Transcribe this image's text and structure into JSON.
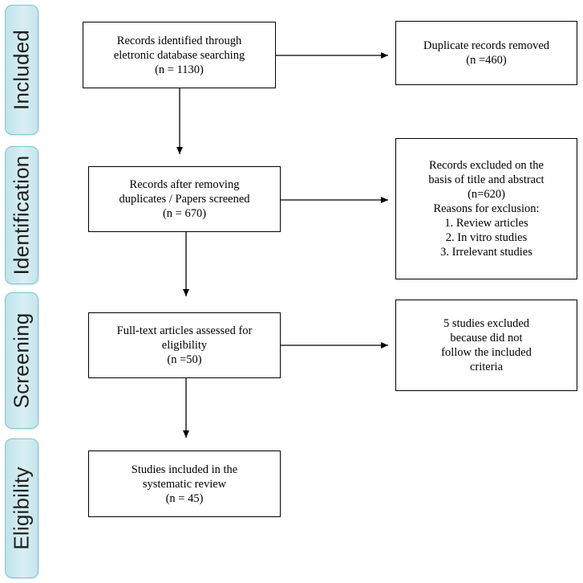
{
  "phases": [
    {
      "label": "Included"
    },
    {
      "label": "Identification"
    },
    {
      "label": "Screening"
    },
    {
      "label": "Eligibility"
    }
  ],
  "boxes": {
    "records_identified": {
      "lines": [
        "Records identified through",
        "eletronic database searching",
        "(n = 1130)"
      ]
    },
    "duplicates_removed": {
      "lines": [
        "Duplicate  records  removed",
        "(n =460)"
      ]
    },
    "after_duplicates": {
      "lines": [
        "Records after removing",
        "duplicates  / Papers screened",
        "(n = 670)"
      ]
    },
    "excluded_title_abstract": {
      "lines": [
        "Records excluded  on the",
        "basis of title and abstract",
        "(n=620)",
        "Reasons for exclusion:",
        "1. Review  articles",
        "2. In vitro  studies",
        "3. Irrelevant  studies"
      ]
    },
    "full_text": {
      "lines": [
        "Full-text articles  assessed for",
        "eligibility",
        "(n =50)"
      ]
    },
    "studies_excluded": {
      "lines": [
        "5 studies excluded",
        "because did not",
        "follow  the included",
        "criteria"
      ]
    },
    "studies_included": {
      "lines": [
        "Studies included  in the",
        "systematic review",
        "(n = 45)"
      ]
    }
  }
}
